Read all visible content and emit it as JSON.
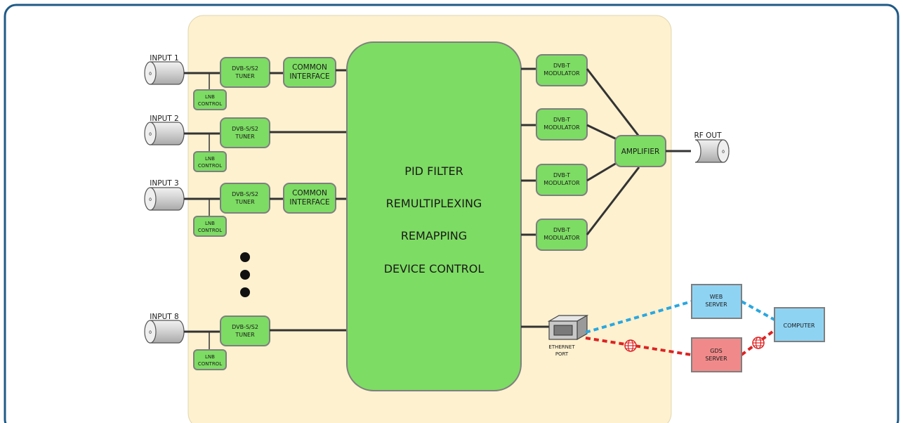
{
  "inputs": [
    {
      "label": "INPUT 1",
      "connector_mark": "0"
    },
    {
      "label": "INPUT 2",
      "connector_mark": "0"
    },
    {
      "label": "INPUT 3",
      "connector_mark": "0"
    },
    {
      "label": "INPUT 8",
      "connector_mark": "0"
    }
  ],
  "tuner": {
    "line1": "DVB-S/S2",
    "line2": "TUNER"
  },
  "lnb": {
    "line1": "LNB",
    "line2": "CONTROL"
  },
  "common_interface": {
    "line1": "COMMON",
    "line2": "INTERFACE"
  },
  "core": {
    "lines": [
      "PID FILTER",
      "REMULTIPLEXING",
      "REMAPPING",
      "DEVICE CONTROL"
    ]
  },
  "modulator": {
    "line1": "DVB-T",
    "line2": "MODULATOR"
  },
  "amplifier": {
    "label": "AMPLIFIER"
  },
  "rf_out": {
    "label": "RF OUT",
    "connector_mark": "0"
  },
  "ethernet": {
    "line1": "ETHERNET",
    "line2": "PORT"
  },
  "web_server": {
    "line1": "WEB",
    "line2": "SERVER"
  },
  "gds_server": {
    "line1": "GDS",
    "line2": "SERVER"
  },
  "computer": {
    "label": "COMPUTER"
  },
  "colors": {
    "frame": "#1f5a87",
    "panel": "#fdf1cf",
    "green": "#7ddc63",
    "blue": "#8fd3f3",
    "pink": "#f08a8a",
    "blue_link": "#2aa7e0",
    "red_link": "#dd2222",
    "globe": "#dd2222"
  },
  "icons": [
    "coax-connector-icon",
    "ethernet-port-icon",
    "globe-icon"
  ]
}
